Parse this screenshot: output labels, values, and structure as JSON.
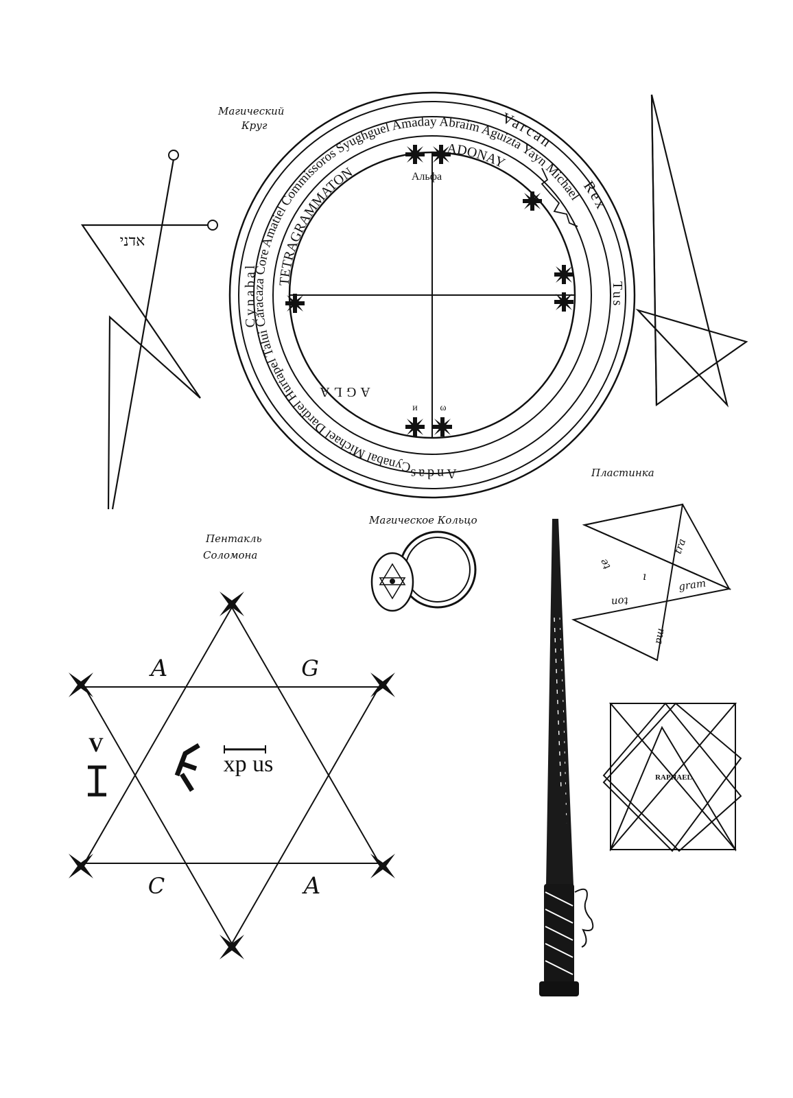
{
  "captions": {
    "magic_circle": [
      "Магический",
      "Круг"
    ],
    "plate": "Пластинка",
    "magic_ring": "Магическое Кольцо",
    "pentacle": [
      "Пентакль",
      "Соломона"
    ]
  },
  "magic_circle": {
    "outer_ring": [
      "Varcan",
      "Rex",
      "Tus",
      "Andas",
      "Cynabal"
    ],
    "middle_ring": "Cynabal Michael Dardiel Hurtapel Talui Caracaza Core Amatiel Commissoros Syughguel Amaday Abraim Aguizta Yayn Michael",
    "inner_ring_top_left": "TETRAGRAMMATON",
    "inner_ring_top_right": "ADONAY",
    "inner_ring_bottom": "AGLA",
    "alpha_label": "Альфа",
    "omega_labels": [
      "и",
      "ω"
    ]
  },
  "hebrew_sigil": "אדני",
  "pentacle": {
    "letters": [
      "A",
      "G",
      "C",
      "A",
      "V"
    ],
    "center_text": "xp us"
  },
  "plate_words": [
    "tra",
    "gram",
    "ma",
    "ton",
    "te"
  ],
  "raphael": "RAPHAEL"
}
